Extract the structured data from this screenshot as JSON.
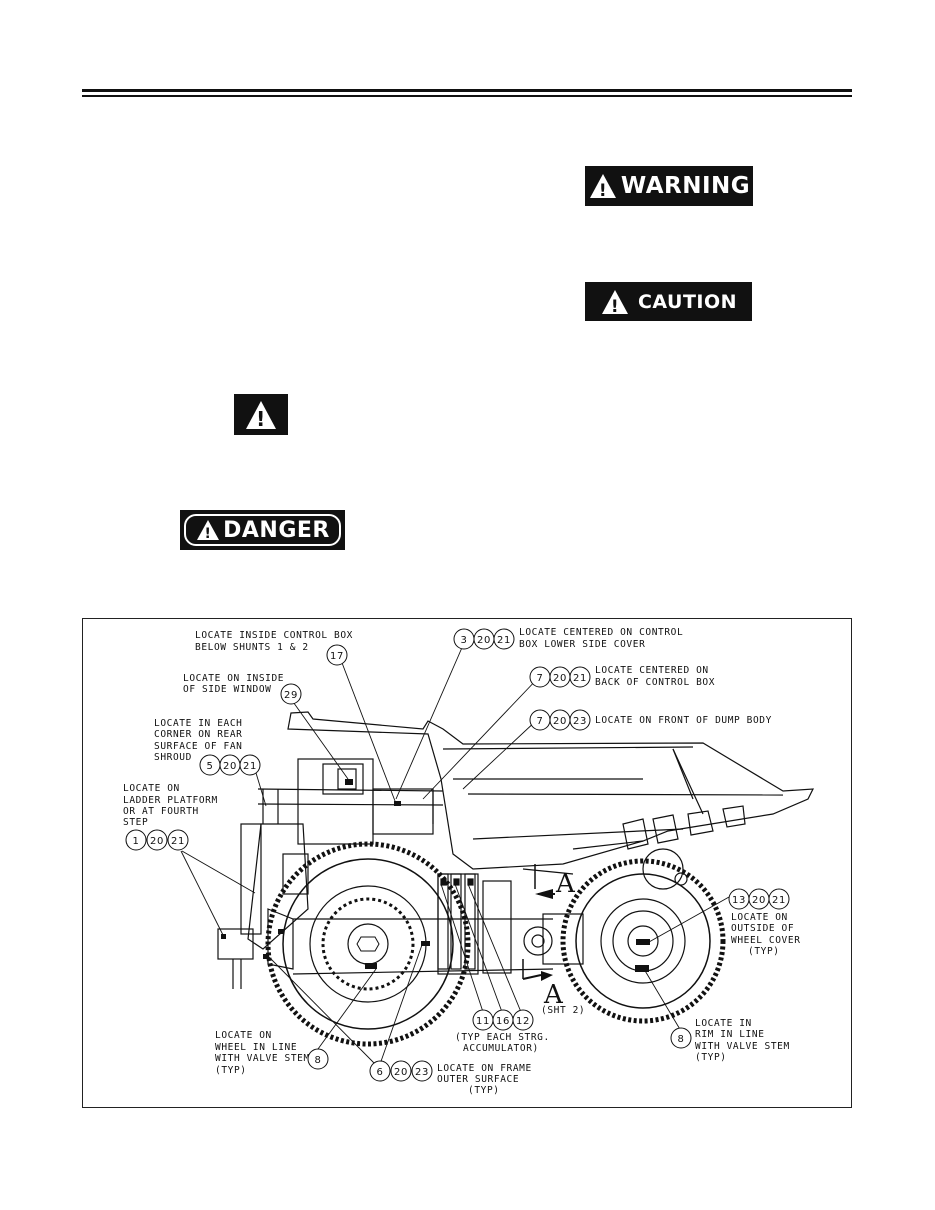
{
  "signs": {
    "warning": "WARNING",
    "caution": "CAUTION",
    "danger": "DANGER",
    "alert_symbol": "!"
  },
  "callouts": [
    {
      "lines": [
        "LOCATE INSIDE CONTROL BOX",
        "BELOW SHUNTS 1 & 2"
      ],
      "items": [
        "17"
      ]
    },
    {
      "lines": [
        "LOCATE CENTERED ON CONTROL",
        "BOX LOWER SIDE COVER"
      ],
      "items": [
        "3",
        "20",
        "21"
      ]
    },
    {
      "lines": [
        "LOCATE CENTERED ON",
        "BACK OF CONTROL BOX"
      ],
      "items": [
        "7",
        "20",
        "21"
      ]
    },
    {
      "lines": [
        "LOCATE ON FRONT OF DUMP BODY"
      ],
      "items": [
        "7",
        "20",
        "23"
      ]
    },
    {
      "lines": [
        "LOCATE ON INSIDE",
        "OF SIDE WINDOW"
      ],
      "items": [
        "29"
      ]
    },
    {
      "lines": [
        "LOCATE IN EACH",
        "CORNER ON REAR",
        "SURFACE OF FAN",
        "SHROUD"
      ],
      "items": [
        "5",
        "20",
        "21"
      ]
    },
    {
      "lines": [
        "LOCATE ON",
        "LADDER PLATFORM",
        "OR AT FOURTH",
        "STEP"
      ],
      "items": [
        "1",
        "20",
        "21"
      ]
    },
    {
      "lines": [
        "LOCATE ON",
        "OUTSIDE OF",
        "WHEEL COVER",
        "(TYP)"
      ],
      "items": [
        "13",
        "20",
        "21"
      ]
    },
    {
      "lines": [
        "LOCATE IN",
        "RIM IN LINE",
        "WITH VALVE STEM",
        "(TYP)"
      ],
      "items": [
        "8"
      ]
    },
    {
      "lines": [
        "(TYP EACH STRG.",
        "ACCUMULATOR)"
      ],
      "items": [
        "11",
        "16",
        "12"
      ]
    },
    {
      "lines": [
        "LOCATE ON FRAME",
        "OUTER SURFACE",
        "(TYP)"
      ],
      "items": [
        "6",
        "20",
        "23"
      ]
    },
    {
      "lines": [
        "LOCATE ON",
        "WHEEL IN LINE",
        "WITH VALVE STEM",
        "(TYP)"
      ],
      "items": [
        "8"
      ]
    }
  ],
  "section_marks": {
    "letter": "A",
    "ref": "(SHT 2)"
  }
}
